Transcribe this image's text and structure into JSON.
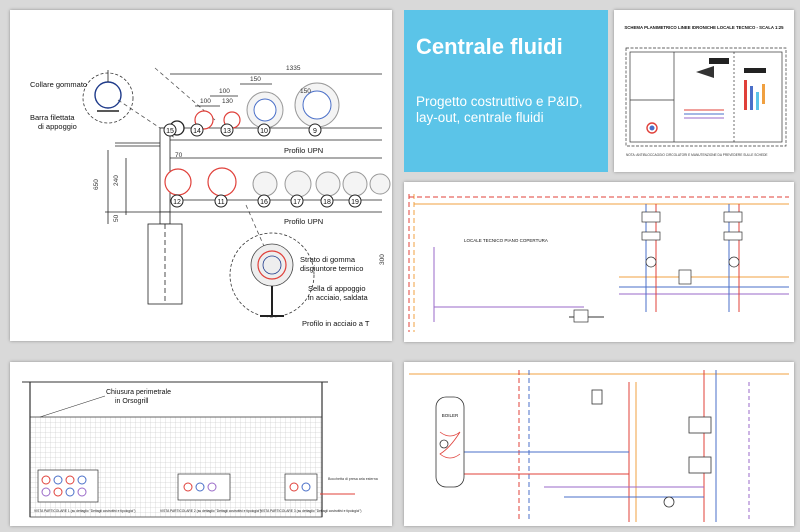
{
  "title_card": {
    "heading": "Centrale fluidi",
    "subtitle": "Progetto costruttivo e P&ID, lay-out, centrale fluidi"
  },
  "main_drawing": {
    "callouts": {
      "collar": "Collare gommato",
      "rod_line1": "Barra filettata",
      "rod_line2": "di appoggio",
      "rubber_line1": "Strato di gomma",
      "rubber_line2": "disgiuntore termico",
      "saddle_line1": "Sella di appoggio",
      "saddle_line2": "in acciaio, saldata",
      "tbar": "Profilo in acciaio a T"
    },
    "profile_top": "Profilo UPN",
    "profile_bottom": "Profilo UPN",
    "dims": {
      "overall": "1335",
      "d100a": "100",
      "d100b": "100",
      "d130": "130",
      "d150a": "150",
      "d150b": "150",
      "d70": "70",
      "d650": "650",
      "d240": "240",
      "d50": "50",
      "d300": "300"
    },
    "top_row_numbers": [
      "15",
      "14",
      "13",
      "10",
      "9"
    ],
    "bottom_row_numbers": [
      "12",
      "11",
      "16",
      "17",
      "18",
      "19"
    ]
  },
  "plan_drawing": {
    "title": "SCHEMA PLANIMETRICO LINEE IDRONICHE LOCALE TECNICO - SCALA 1:25",
    "footer": "NOTA: ANTIBLOCCAGGIO CIRCOLATORI E MANUTENZIONE DA PREVEDERE SULLE SCHEDE"
  },
  "pid1": {
    "room_label": "LOCALE TECNICO PIANO COPERTURA"
  },
  "elevation": {
    "enclosure_line1": "Chiusura perimetrale",
    "enclosure_line2": "in Orsogrill",
    "view_labels": [
      "VISTA PARTICOLARE 1 (su dettaglio \"Dettagli costruttivi e tipologici\")",
      "VISTA PARTICOLARE 2 (su dettaglio \"Dettagli costruttivi e tipologici\")",
      "VISTA PARTICOLARE 3 (su dettaglio \"Dettagli costruttivi e tipologici\")"
    ],
    "side_note": "Bocchetta di presa aria esterna"
  },
  "pid2": {
    "tank_label": "BOILER"
  },
  "colors": {
    "title_card": "#5bc4e8",
    "background": "#d9d9d9",
    "pipe_red": "#e0403a",
    "pipe_orange": "#f0a040",
    "pipe_blue": "#4a6fc8",
    "pipe_purple": "#9a6ac8"
  }
}
